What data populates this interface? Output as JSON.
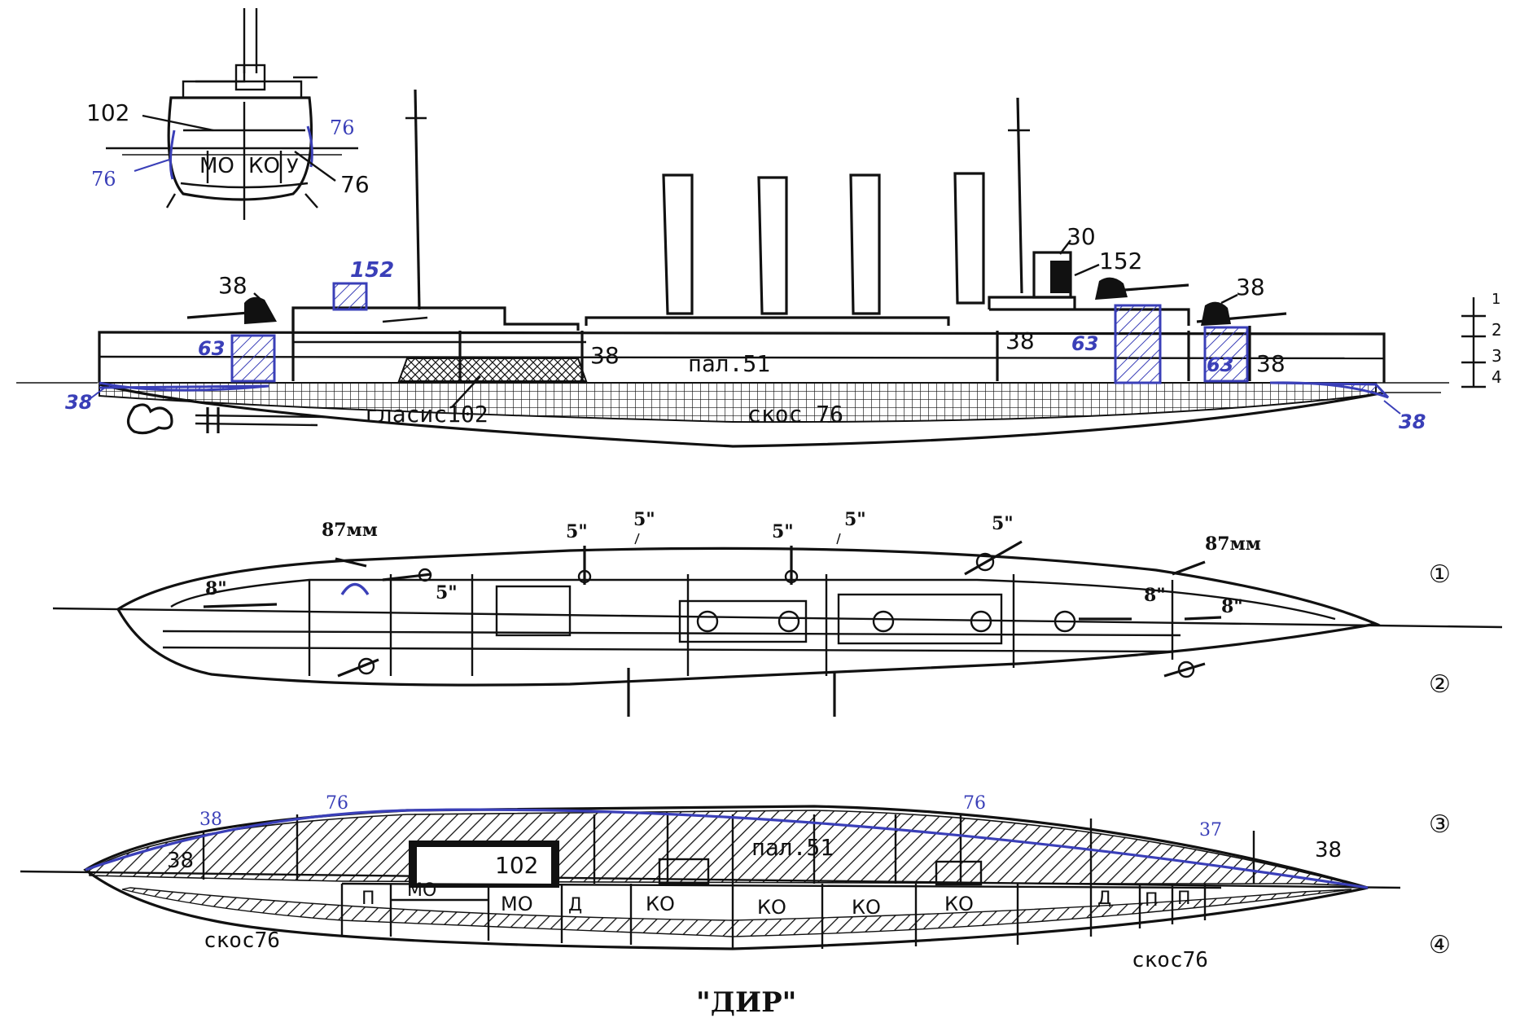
{
  "title": "\"ДИР\"",
  "section_view": {
    "labels": {
      "armor_102": "102",
      "armor_76_right_blue": "76",
      "armor_76_left_blue": "76",
      "armor_76_right_black": "76",
      "mo": "МО",
      "ko": "КО",
      "u": "У"
    }
  },
  "side_view": {
    "labels": {
      "bow_gun_38": "38",
      "bridge_152_blue": "152",
      "conning_30": "30",
      "conning_152": "152",
      "aft_gun_38": "38",
      "bow_63": "63",
      "mid_63": "63",
      "aft_63": "63",
      "bow_38_blue": "38",
      "stern_38_blue": "38",
      "bulk_38_a": "38",
      "bulk_38_b": "38",
      "bulk_38_c": "38",
      "deck": "пал.51",
      "glacis": "гласис102",
      "slope": "скос 76"
    },
    "deck_index": [
      "1",
      "2",
      "3",
      "4"
    ]
  },
  "plan_upper": {
    "labels": {
      "g87_left": "87мм",
      "g87_right": "87мм",
      "g8_left": "8\"",
      "g8_right_a": "8\"",
      "g8_right_b": "8\"",
      "g5_a": "5\"",
      "g5_b": "5\"",
      "g5_c": "5\"",
      "g5_d": "5\"",
      "g5_e": "5\"",
      "g5_f": "5\""
    },
    "circle_1": "①",
    "circle_2": "②"
  },
  "plan_lower": {
    "labels": {
      "b38": "38",
      "b76_a": "76",
      "b76_b": "76",
      "b37": "37",
      "k38_left": "38",
      "k38_right": "38",
      "k102": "102",
      "deck": "пал.51",
      "p1": "П",
      "mo1": "МО",
      "mo2": "МО",
      "d1": "Д",
      "ko1": "КО",
      "ko2": "КО",
      "ko3": "КО",
      "ko4": "КО",
      "d2": "Д",
      "p2": "П",
      "p3": "П",
      "slope_left": "скос76",
      "slope_right": "скос76"
    },
    "circle_3": "③",
    "circle_4": "④"
  },
  "colors": {
    "ink": "#111111",
    "annotation_blue": "#3a3fb8"
  }
}
